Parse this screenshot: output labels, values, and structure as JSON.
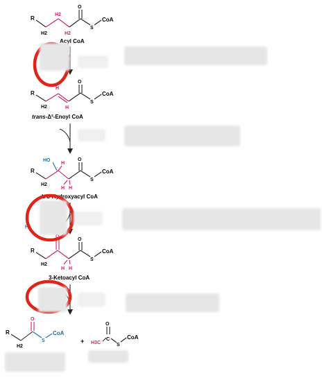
{
  "colors": {
    "bond": "#222222",
    "magenta": "#cc1f6a",
    "blue": "#1f6fa0",
    "annotation_red": "#e0241c",
    "redacted": "#e6e6e6"
  },
  "atoms": {
    "R": "R",
    "H2": "H2",
    "H": "H",
    "O": "O",
    "S": "S",
    "CoA": "CoA",
    "C": "C",
    "HO": "HO",
    "H3C": "H3C",
    "plus": "+"
  },
  "labels": {
    "acyl_coa": "Acyl CoA",
    "enoyl_prefix": "trans-",
    "enoyl_main": "Δ²-Enoyl CoA",
    "hydroxyacyl": "L-3-Hydroxyacyl CoA",
    "ketoacyl": "3-Ketoacyl CoA"
  }
}
